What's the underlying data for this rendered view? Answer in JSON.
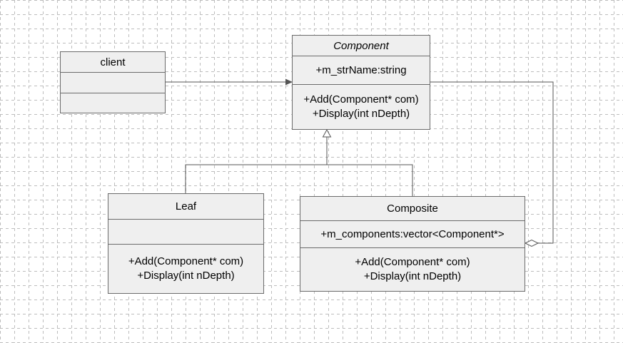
{
  "classes": {
    "client": {
      "name": "client",
      "attributes": [],
      "operations": []
    },
    "component": {
      "name": "Component",
      "attributes": [
        "+m_strName:string"
      ],
      "operations": [
        "+Add(Component* com)",
        "+Display(int nDepth)"
      ]
    },
    "leaf": {
      "name": "Leaf",
      "attributes": [],
      "operations": [
        "+Add(Component* com)",
        "+Display(int nDepth)"
      ]
    },
    "composite": {
      "name": "Composite",
      "attributes": [
        "+m_components:vector<Component*>"
      ],
      "operations": [
        "+Add(Component* com)",
        "+Display(int nDepth)"
      ]
    }
  },
  "colors": {
    "class_fill": "#efefef",
    "class_border": "#6b6b6b",
    "line": "#555555",
    "grid": "#bdbdbd"
  }
}
